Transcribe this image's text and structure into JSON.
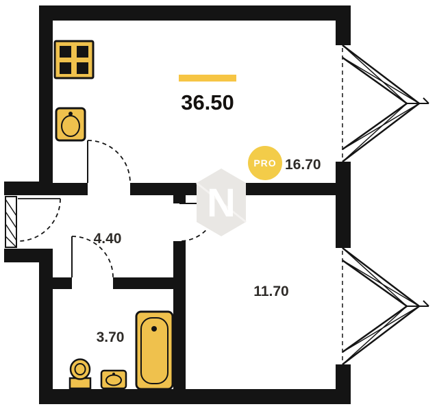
{
  "plan": {
    "total_area": "36.50",
    "rooms": [
      {
        "id": "living-kitchen",
        "area": "16.70"
      },
      {
        "id": "hallway",
        "area": "4.40"
      },
      {
        "id": "room",
        "area": "11.70"
      },
      {
        "id": "bathroom",
        "area": "3.70"
      }
    ],
    "watermark": {
      "logo_letter": "N",
      "badge_text": "PRO"
    }
  },
  "colors": {
    "wall": "#141414",
    "fixture_fill": "#efc14d",
    "accent_bar": "#f6c544",
    "badge": "#f3cc49",
    "watermark_gray": "#e9e7e4",
    "label_text": "#2e2b28",
    "background": "#ffffff"
  }
}
